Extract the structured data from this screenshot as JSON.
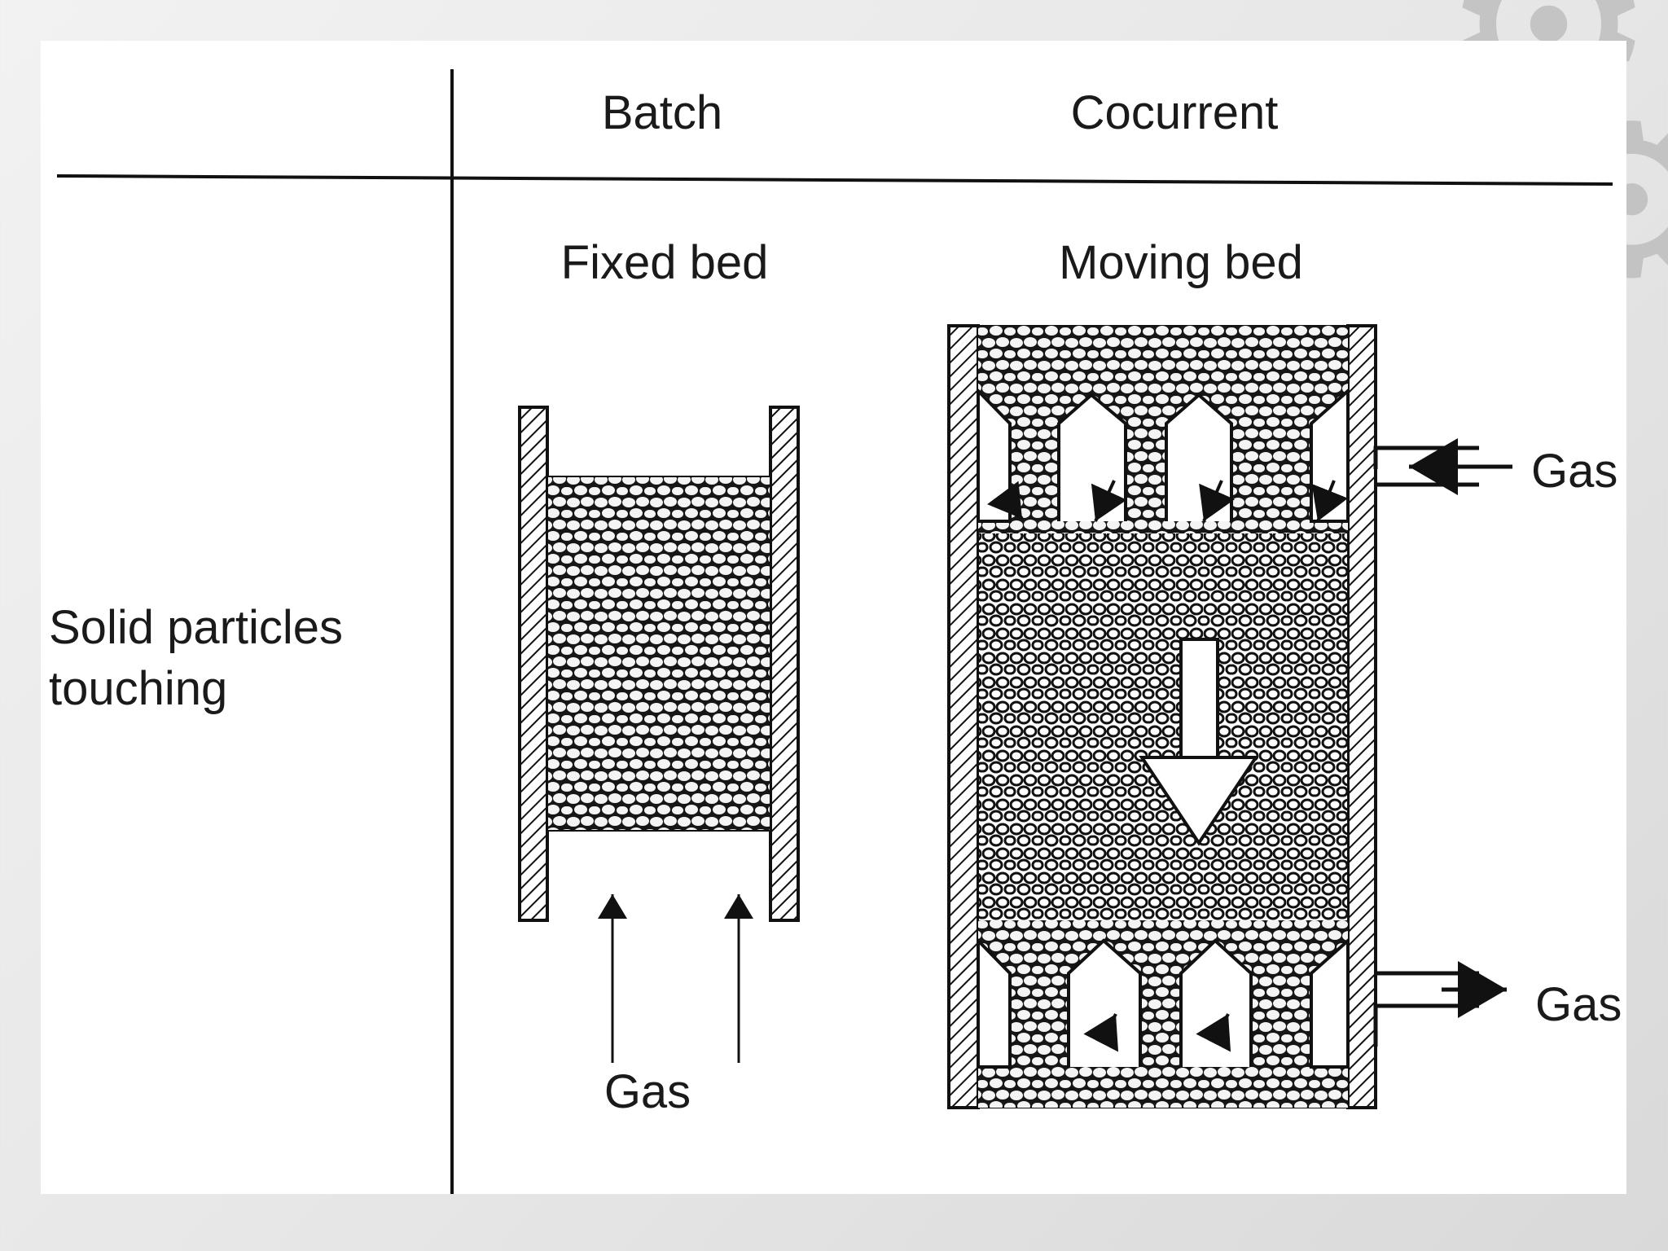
{
  "headers": {
    "batch": "Batch",
    "cocurrent": "Cocurrent"
  },
  "row_label": {
    "line1": "Solid particles",
    "line2": "touching"
  },
  "fixed_bed": {
    "title": "Fixed bed",
    "gas_label": "Gas"
  },
  "moving_bed": {
    "title": "Moving bed",
    "gas_in_label": "Gas",
    "gas_out_label": "Gas"
  }
}
